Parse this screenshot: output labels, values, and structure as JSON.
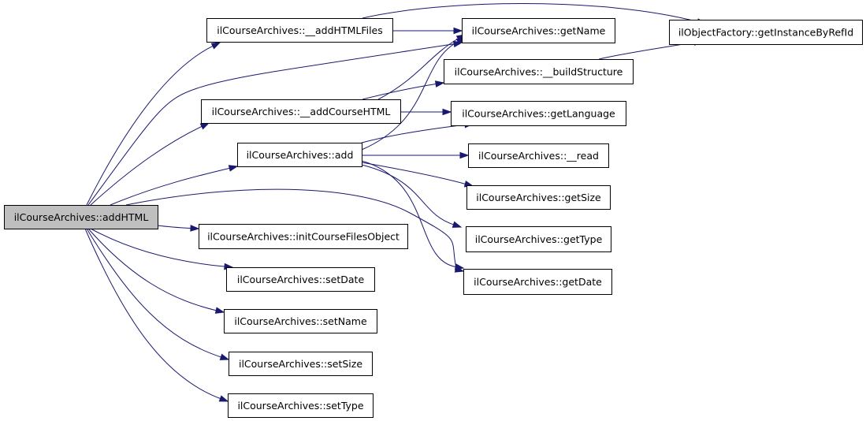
{
  "nodes": [
    {
      "id": "addHTML",
      "label": "ilCourseArchives::addHTML",
      "highlighted": true
    },
    {
      "id": "addHTMLFiles",
      "label": "ilCourseArchives::__addHTMLFiles"
    },
    {
      "id": "addCourseHTML",
      "label": "ilCourseArchives::__addCourseHTML"
    },
    {
      "id": "add",
      "label": "ilCourseArchives::add"
    },
    {
      "id": "initCourseFilesObject",
      "label": "ilCourseArchives::initCourseFilesObject"
    },
    {
      "id": "setDate",
      "label": "ilCourseArchives::setDate"
    },
    {
      "id": "setName",
      "label": "ilCourseArchives::setName"
    },
    {
      "id": "setSize",
      "label": "ilCourseArchives::setSize"
    },
    {
      "id": "setType",
      "label": "ilCourseArchives::setType"
    },
    {
      "id": "getName",
      "label": "ilCourseArchives::getName"
    },
    {
      "id": "buildStructure",
      "label": "ilCourseArchives::__buildStructure"
    },
    {
      "id": "getLanguage",
      "label": "ilCourseArchives::getLanguage"
    },
    {
      "id": "read",
      "label": "ilCourseArchives::__read"
    },
    {
      "id": "getSize",
      "label": "ilCourseArchives::getSize"
    },
    {
      "id": "getType",
      "label": "ilCourseArchives::getType"
    },
    {
      "id": "getDate",
      "label": "ilCourseArchives::getDate"
    },
    {
      "id": "getInstanceByRefId",
      "label": "ilObjectFactory::getInstanceByRefId"
    }
  ],
  "edges": [
    {
      "from": "addHTML",
      "to": "addHTMLFiles"
    },
    {
      "from": "addHTML",
      "to": "getName"
    },
    {
      "from": "addHTML",
      "to": "addCourseHTML"
    },
    {
      "from": "addHTML",
      "to": "add"
    },
    {
      "from": "addHTML",
      "to": "getDate"
    },
    {
      "from": "addHTML",
      "to": "initCourseFilesObject"
    },
    {
      "from": "addHTML",
      "to": "setDate"
    },
    {
      "from": "addHTML",
      "to": "setName"
    },
    {
      "from": "addHTML",
      "to": "setSize"
    },
    {
      "from": "addHTML",
      "to": "setType"
    },
    {
      "from": "addHTMLFiles",
      "to": "getInstanceByRefId"
    },
    {
      "from": "addHTMLFiles",
      "to": "getName"
    },
    {
      "from": "addCourseHTML",
      "to": "getName"
    },
    {
      "from": "addCourseHTML",
      "to": "buildStructure"
    },
    {
      "from": "addCourseHTML",
      "to": "getLanguage"
    },
    {
      "from": "add",
      "to": "getName"
    },
    {
      "from": "add",
      "to": "getLanguage"
    },
    {
      "from": "add",
      "to": "read"
    },
    {
      "from": "add",
      "to": "getSize"
    },
    {
      "from": "add",
      "to": "getType"
    },
    {
      "from": "add",
      "to": "getDate"
    },
    {
      "from": "buildStructure",
      "to": "getInstanceByRefId"
    }
  ],
  "colors": {
    "edge": "#191970",
    "node_fill": "#ffffff",
    "highlight_fill": "#bfbfbf",
    "border": "#000000"
  }
}
